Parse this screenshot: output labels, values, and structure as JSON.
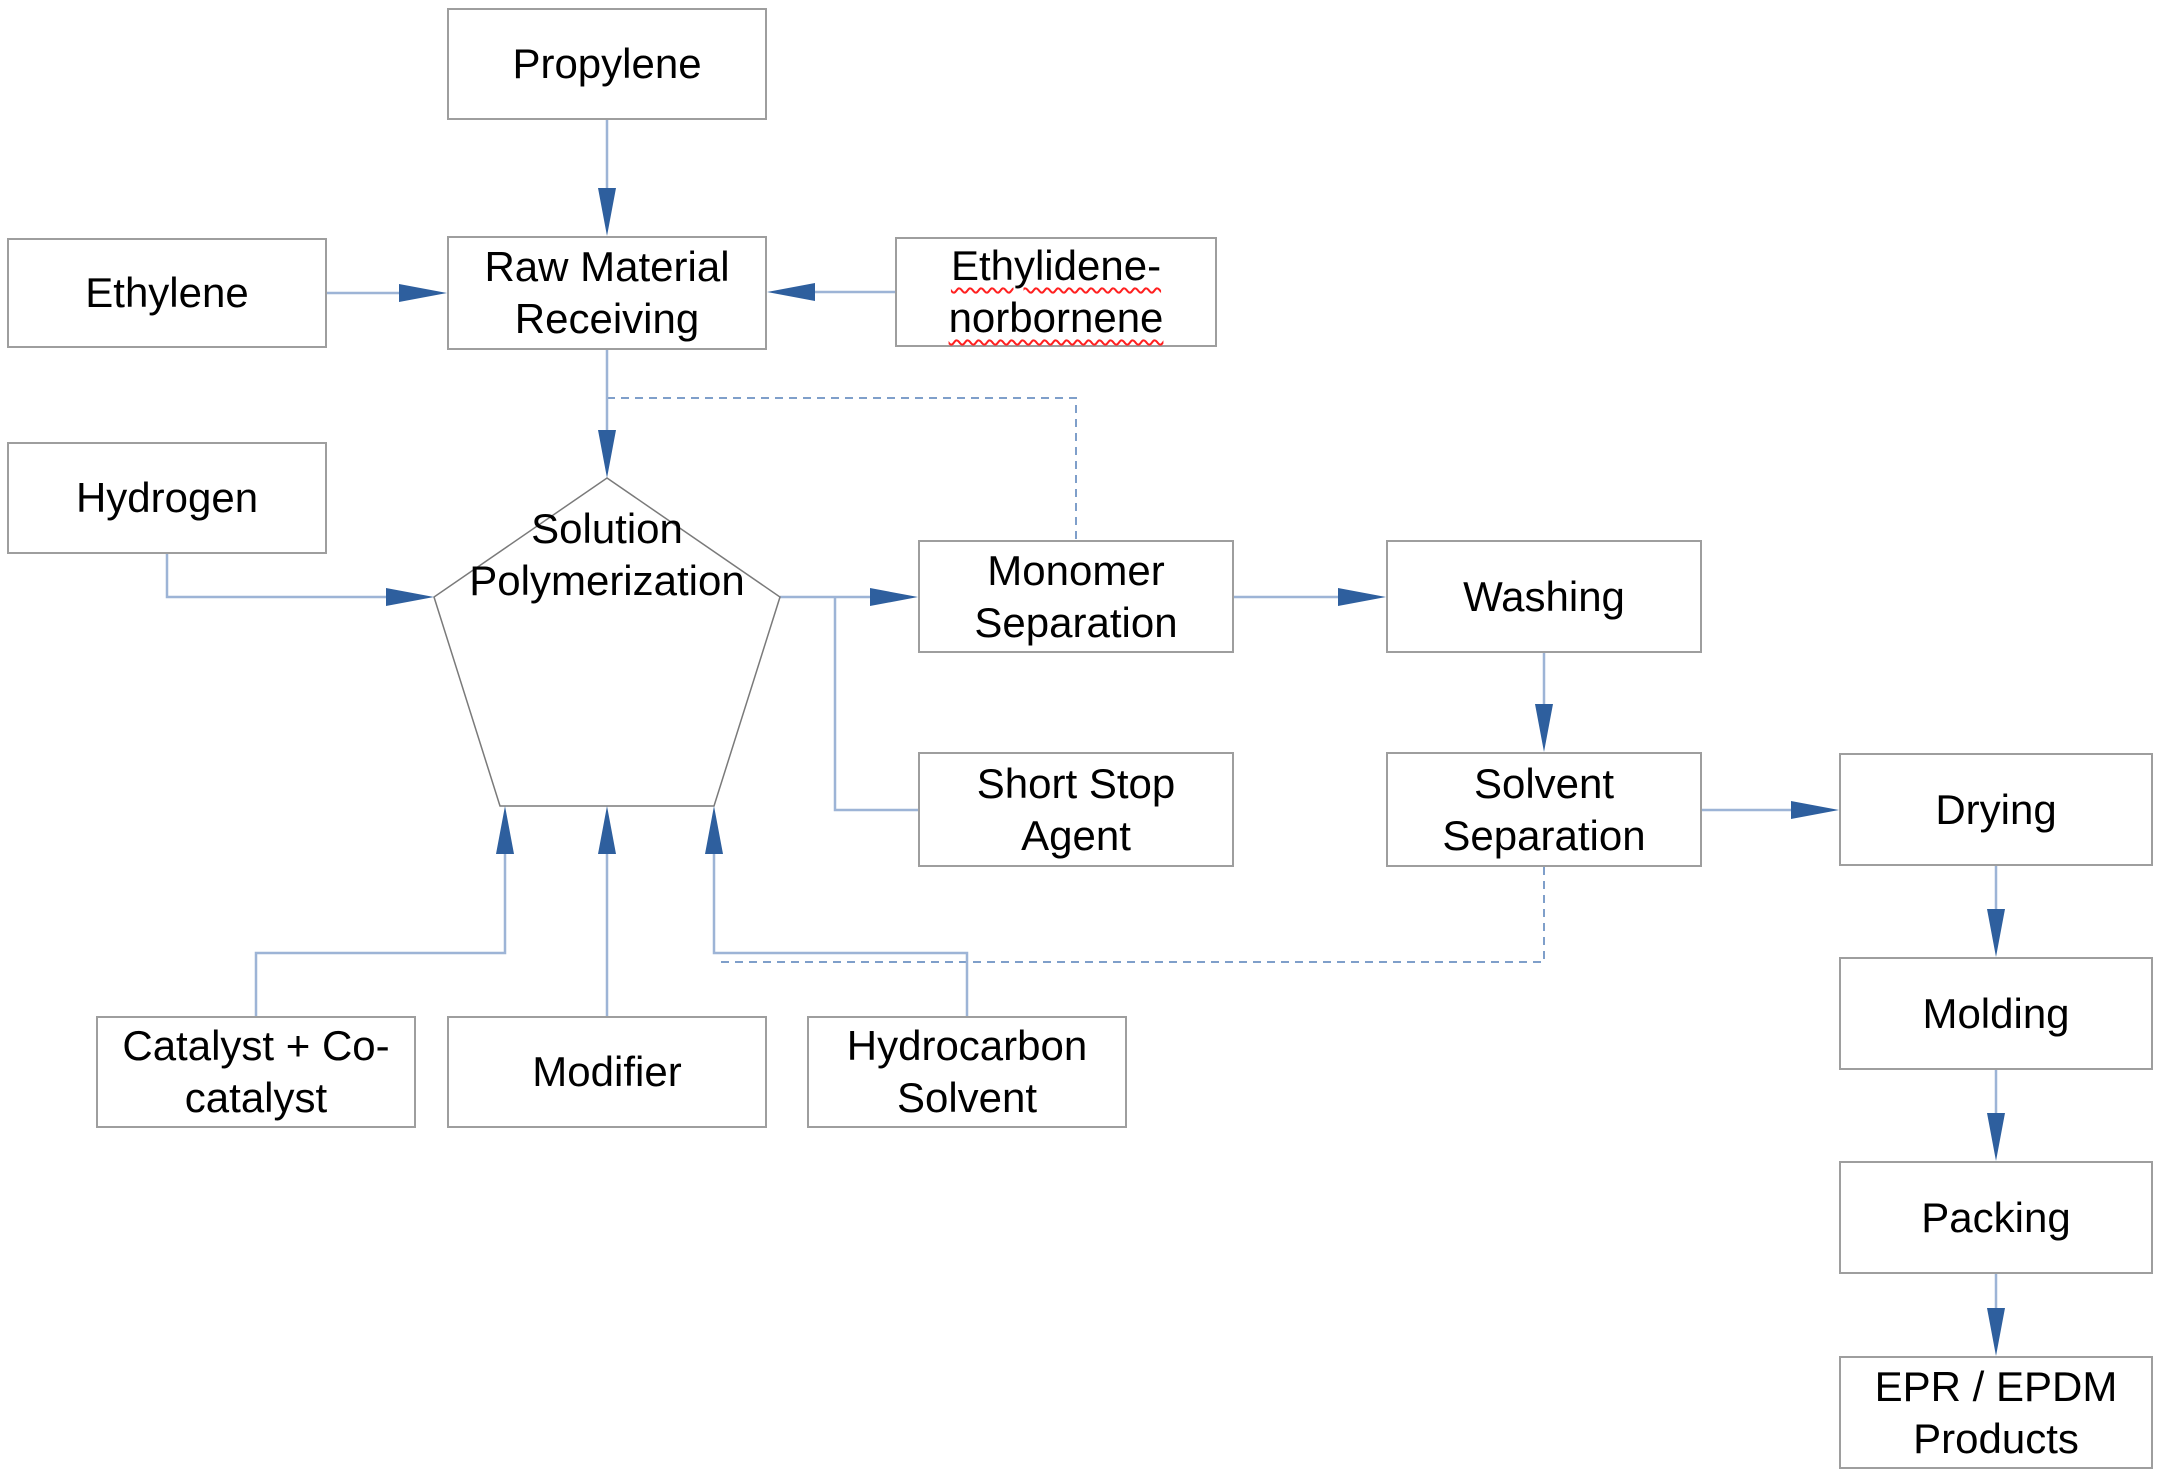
{
  "colors": {
    "arrow": "#2e5f9e",
    "line": "#9db4d6",
    "dashed_line": "#7f9fca",
    "box_border": "#9e9e9e",
    "pentagon_border": "#7a7a7a",
    "text": "#000000",
    "spellcheck_underline": "#ff2020",
    "background": "#ffffff"
  },
  "nodes": {
    "propylene": {
      "label": "Propylene",
      "shape": "rect"
    },
    "ethylene": {
      "label": "Ethylene",
      "shape": "rect"
    },
    "raw_material_receiving": {
      "label": "Raw Material Receiving",
      "shape": "rect"
    },
    "ethylidene_norbornene": {
      "label": "Ethylidene-norbornene",
      "shape": "rect",
      "spellcheck_underlined": true
    },
    "hydrogen": {
      "label": "Hydrogen",
      "shape": "rect"
    },
    "solution_polymerization": {
      "label": "Solution Polymerization",
      "shape": "pentagon"
    },
    "monomer_separation": {
      "label": "Monomer Separation",
      "shape": "rect"
    },
    "washing": {
      "label": "Washing",
      "shape": "rect"
    },
    "short_stop_agent": {
      "label": "Short Stop Agent",
      "shape": "rect"
    },
    "solvent_separation": {
      "label": "Solvent Separation",
      "shape": "rect"
    },
    "drying": {
      "label": "Drying",
      "shape": "rect"
    },
    "molding": {
      "label": "Molding",
      "shape": "rect"
    },
    "packing": {
      "label": "Packing",
      "shape": "rect"
    },
    "epr_epdm_products": {
      "label": "EPR / EPDM Products",
      "shape": "rect"
    },
    "catalyst_cocatalyst": {
      "label": "Catalyst + Co-catalyst",
      "shape": "rect"
    },
    "modifier": {
      "label": "Modifier",
      "shape": "rect"
    },
    "hydrocarbon_solvent": {
      "label": "Hydrocarbon Solvent",
      "shape": "rect"
    }
  },
  "edges": [
    {
      "from": "propylene",
      "to": "raw_material_receiving",
      "style": "solid-arrow"
    },
    {
      "from": "ethylene",
      "to": "raw_material_receiving",
      "style": "solid-arrow"
    },
    {
      "from": "ethylidene_norbornene",
      "to": "raw_material_receiving",
      "style": "solid-arrow"
    },
    {
      "from": "raw_material_receiving",
      "to": "solution_polymerization",
      "style": "solid-arrow"
    },
    {
      "from": "hydrogen",
      "to": "solution_polymerization",
      "style": "solid-arrow"
    },
    {
      "from": "solution_polymerization",
      "to": "monomer_separation",
      "style": "solid-arrow"
    },
    {
      "from": "short_stop_agent",
      "to": "solution_polymerization_outlet_line",
      "style": "solid-merge"
    },
    {
      "from": "monomer_separation",
      "to": "washing",
      "style": "solid-arrow"
    },
    {
      "from": "washing",
      "to": "solvent_separation",
      "style": "solid-arrow"
    },
    {
      "from": "solvent_separation",
      "to": "drying",
      "style": "solid-arrow"
    },
    {
      "from": "drying",
      "to": "molding",
      "style": "solid-arrow"
    },
    {
      "from": "molding",
      "to": "packing",
      "style": "solid-arrow"
    },
    {
      "from": "packing",
      "to": "epr_epdm_products",
      "style": "solid-arrow"
    },
    {
      "from": "catalyst_cocatalyst",
      "to": "solution_polymerization",
      "style": "solid-arrow"
    },
    {
      "from": "modifier",
      "to": "solution_polymerization",
      "style": "solid-arrow"
    },
    {
      "from": "hydrocarbon_solvent",
      "to": "solution_polymerization",
      "style": "solid-arrow"
    },
    {
      "between": [
        "raw_material_receiving_feed_line",
        "monomer_separation"
      ],
      "style": "dashed"
    },
    {
      "between": [
        "solvent_separation",
        "hydrocarbon_solvent_feed_line"
      ],
      "style": "dashed"
    }
  ]
}
